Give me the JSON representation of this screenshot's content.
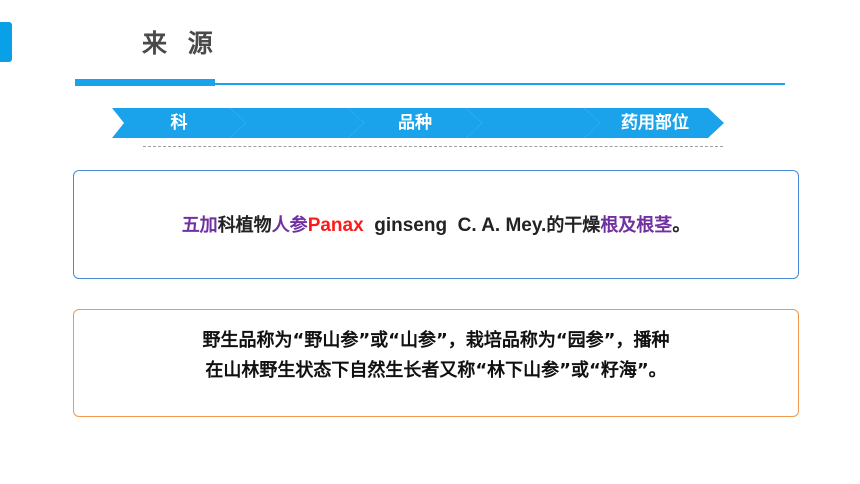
{
  "header": {
    "title": "来 源"
  },
  "flow": {
    "steps": [
      "科",
      "",
      "品种",
      "",
      "药用部位"
    ]
  },
  "definition": {
    "family": "五加",
    "family_suffix": "科植物",
    "plant": "人参",
    "genus": "Panax",
    "species_rest": "  ginseng  C. A. Mey.",
    "mid": "的干燥",
    "part": "根及根茎",
    "end": "。"
  },
  "varieties": {
    "line1": "野生品称为“野山参”或“山参”，栽培品称为“园参”，播种",
    "line2": "在山林野生状态下自然生长者又称“林下山参”或“籽海”。"
  },
  "colors": {
    "accent": "#1aa3ea",
    "chevron": "#1aa3ea",
    "purple": "#7030a0",
    "red": "#ff1a1a",
    "blue_border": "#4a8ad6",
    "orange_border": "#f09a50"
  }
}
